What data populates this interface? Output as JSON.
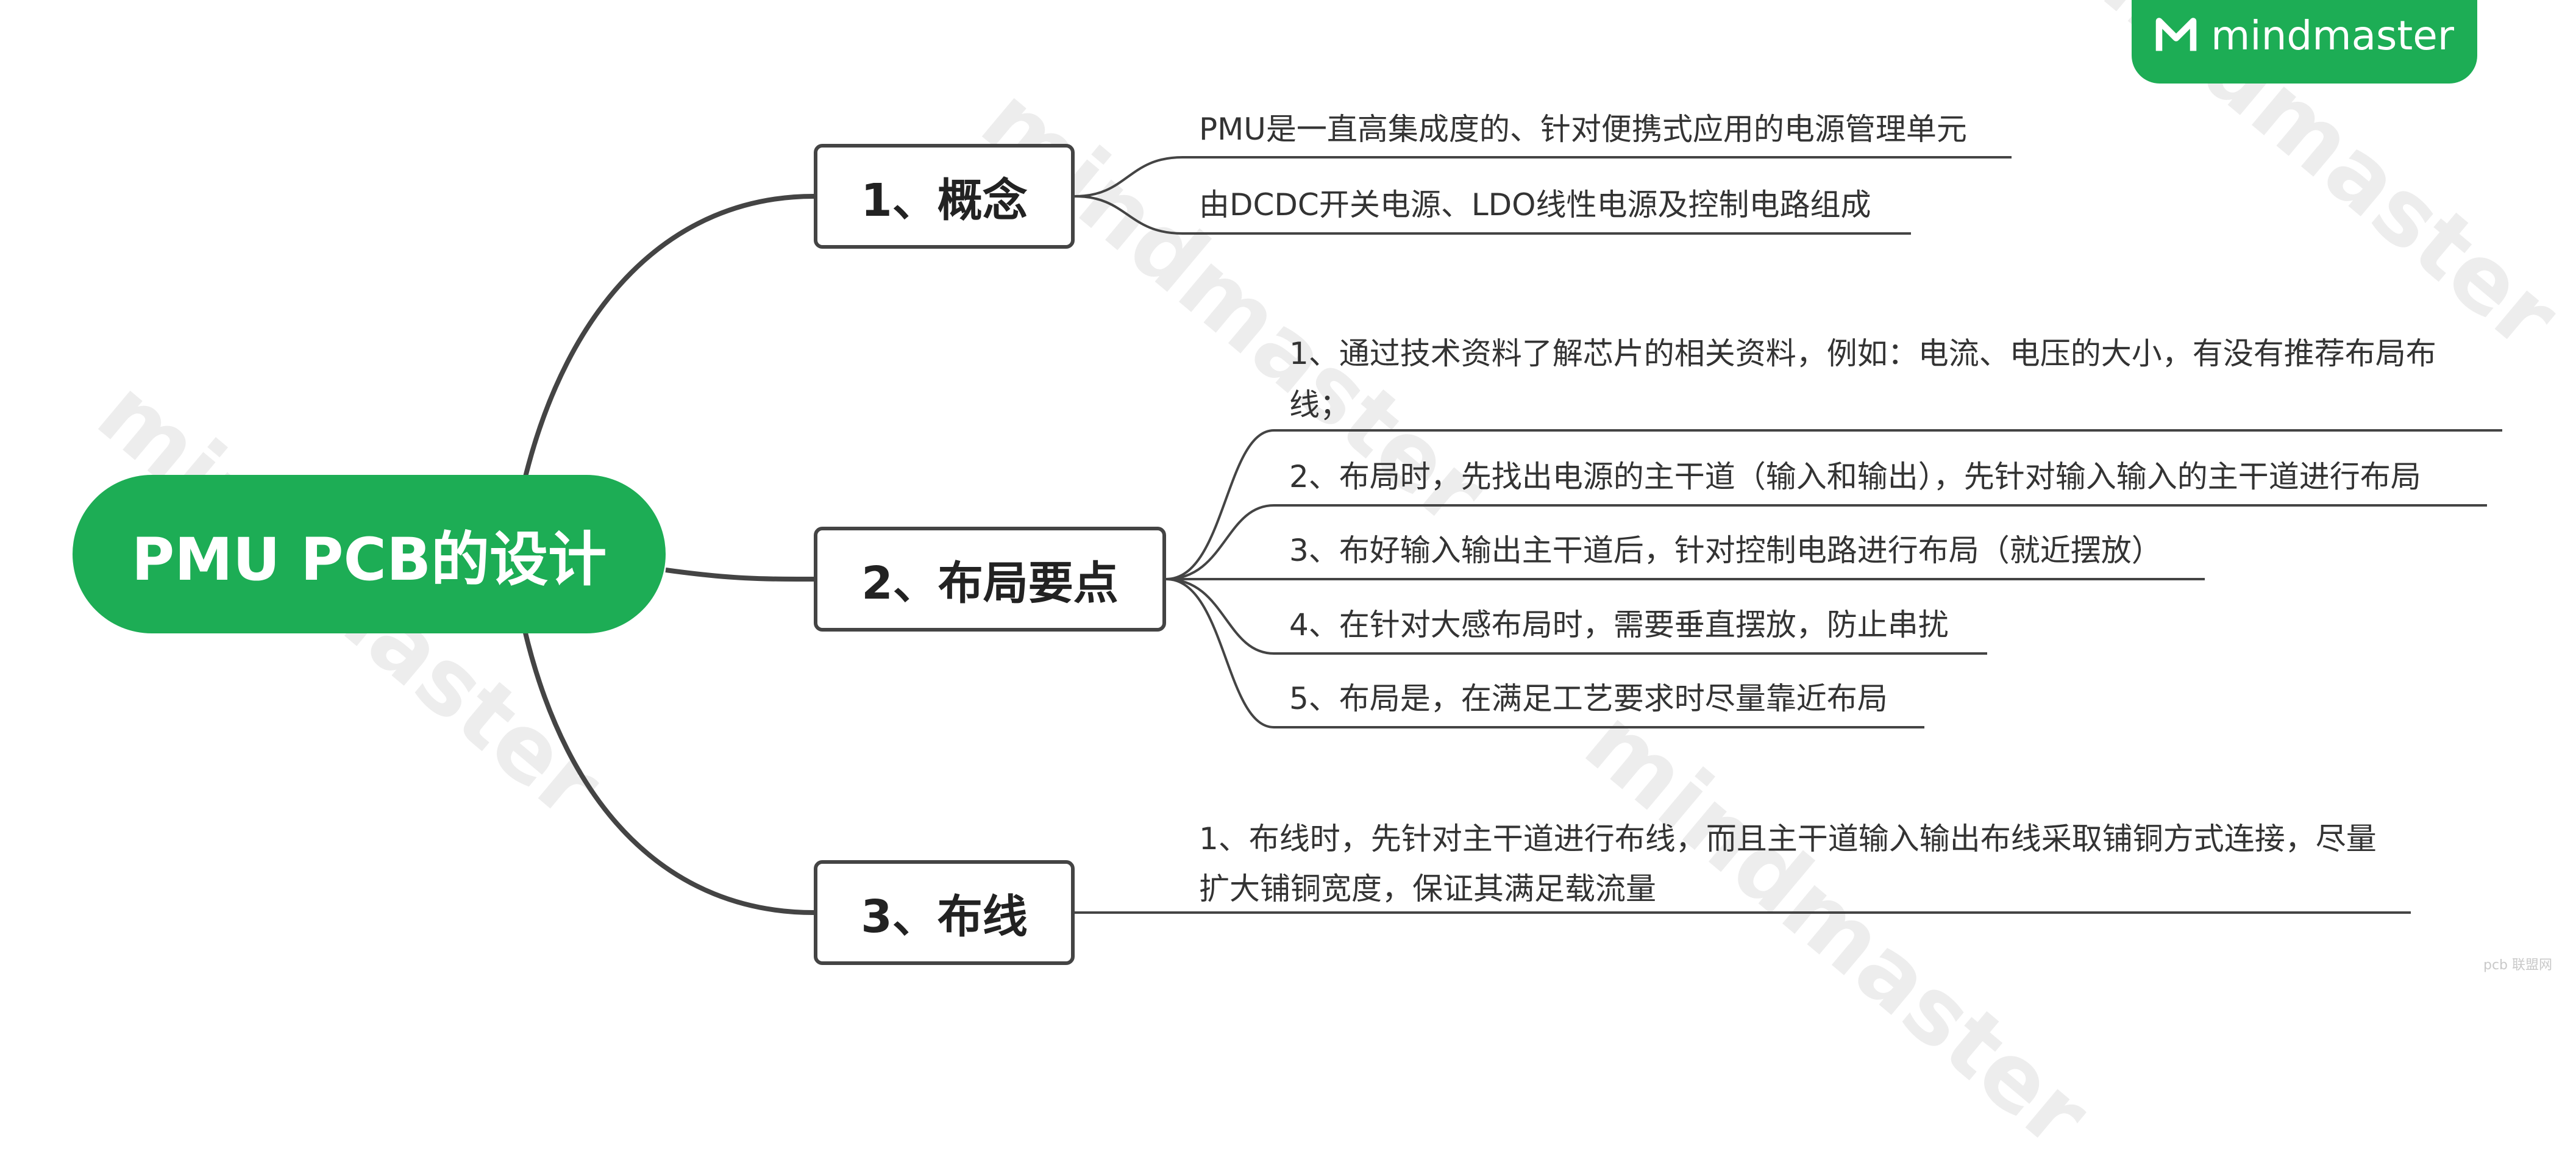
{
  "brand": {
    "logo_icon": "mindmaster-logo-icon",
    "name": "mindmaster",
    "color": "#1dad55"
  },
  "watermark": "mindmaster",
  "root": {
    "label": "PMU PCB的设计",
    "color": "#1dad55"
  },
  "topics": [
    {
      "label": "1、概念",
      "items": [
        "PMU是一直高集成度的、针对便携式应用的电源管理单元",
        "由DCDC开关电源、LDO线性电源及控制电路组成"
      ]
    },
    {
      "label": "2、布局要点",
      "items": [
        "1、通过技术资料了解芯片的相关资料，例如：电流、电压的大小，有没有推荐布局布线；",
        "2、布局时，先找出电源的主干道（输入和输出），先针对输入输入的主干道进行布局",
        "3、布好输入输出主干道后，针对控制电路进行布局（就近摆放）",
        "4、在针对大感布局时，需要垂直摆放，防止串扰",
        "5、布局是，在满足工艺要求时尽量靠近布局"
      ]
    },
    {
      "label": "3、布线",
      "items": [
        "1、布线时，先针对主干道进行布线，而且主干道输入输出布线采取铺铜方式连接，尽量扩大铺铜宽度，保证其满足载流量"
      ]
    }
  ],
  "footer_logo": "pcb 联盟网"
}
